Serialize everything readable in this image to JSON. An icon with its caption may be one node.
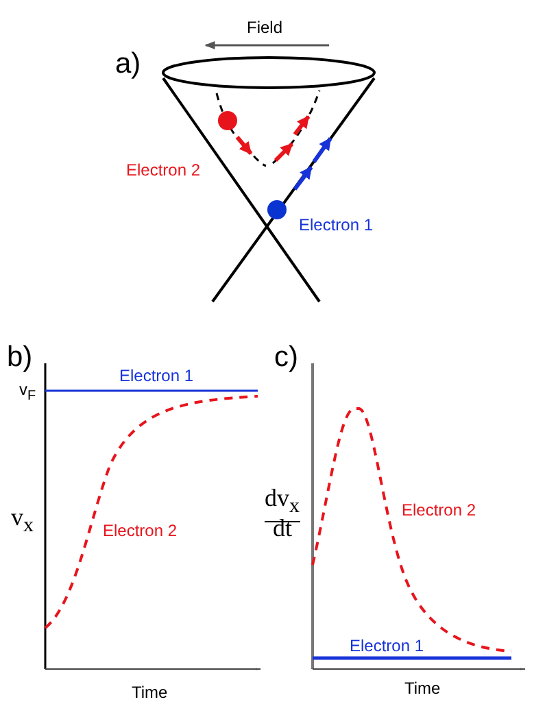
{
  "diagram": {
    "labels": [
      "Field",
      "a)",
      "Electron 2",
      "Electron 1",
      "b)",
      "Electron 1",
      "v$_{F}$",
      "v$_{x}$",
      "Electron 2",
      "Time",
      "c)",
      "dv$_{x}$",
      "dt",
      "Electron 2",
      "Electron 1",
      "Time"
    ]
  }
}
